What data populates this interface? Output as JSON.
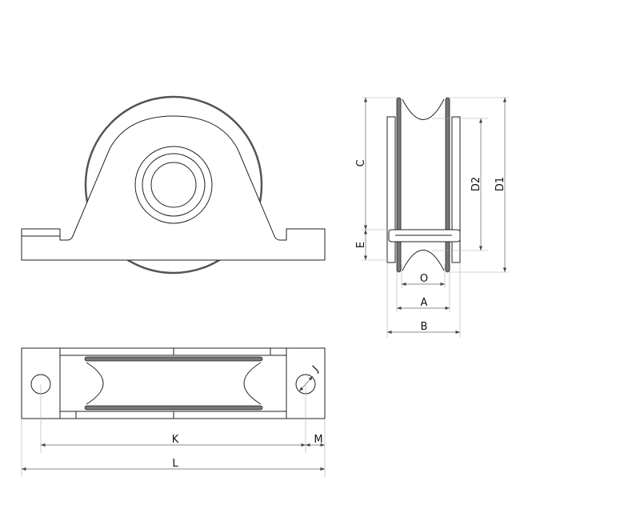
{
  "labels": {
    "C": "C",
    "E": "E",
    "D2": "D2",
    "D1": "D1",
    "O": "O",
    "A": "A",
    "B": "B",
    "K": "K",
    "M": "M",
    "L": "L",
    "J": "J"
  },
  "colors": {
    "line": "#222222",
    "flange": "#555555",
    "dimension": "#666666"
  }
}
